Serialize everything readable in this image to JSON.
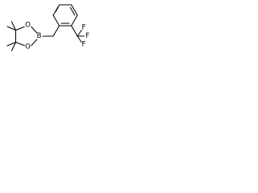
{
  "molecule": {
    "atoms": {
      "oxygen_upper": "O",
      "oxygen_lower": "O",
      "boron": "B",
      "fluorine_1": "F",
      "fluorine_2": "F",
      "fluorine_3": "F"
    }
  }
}
